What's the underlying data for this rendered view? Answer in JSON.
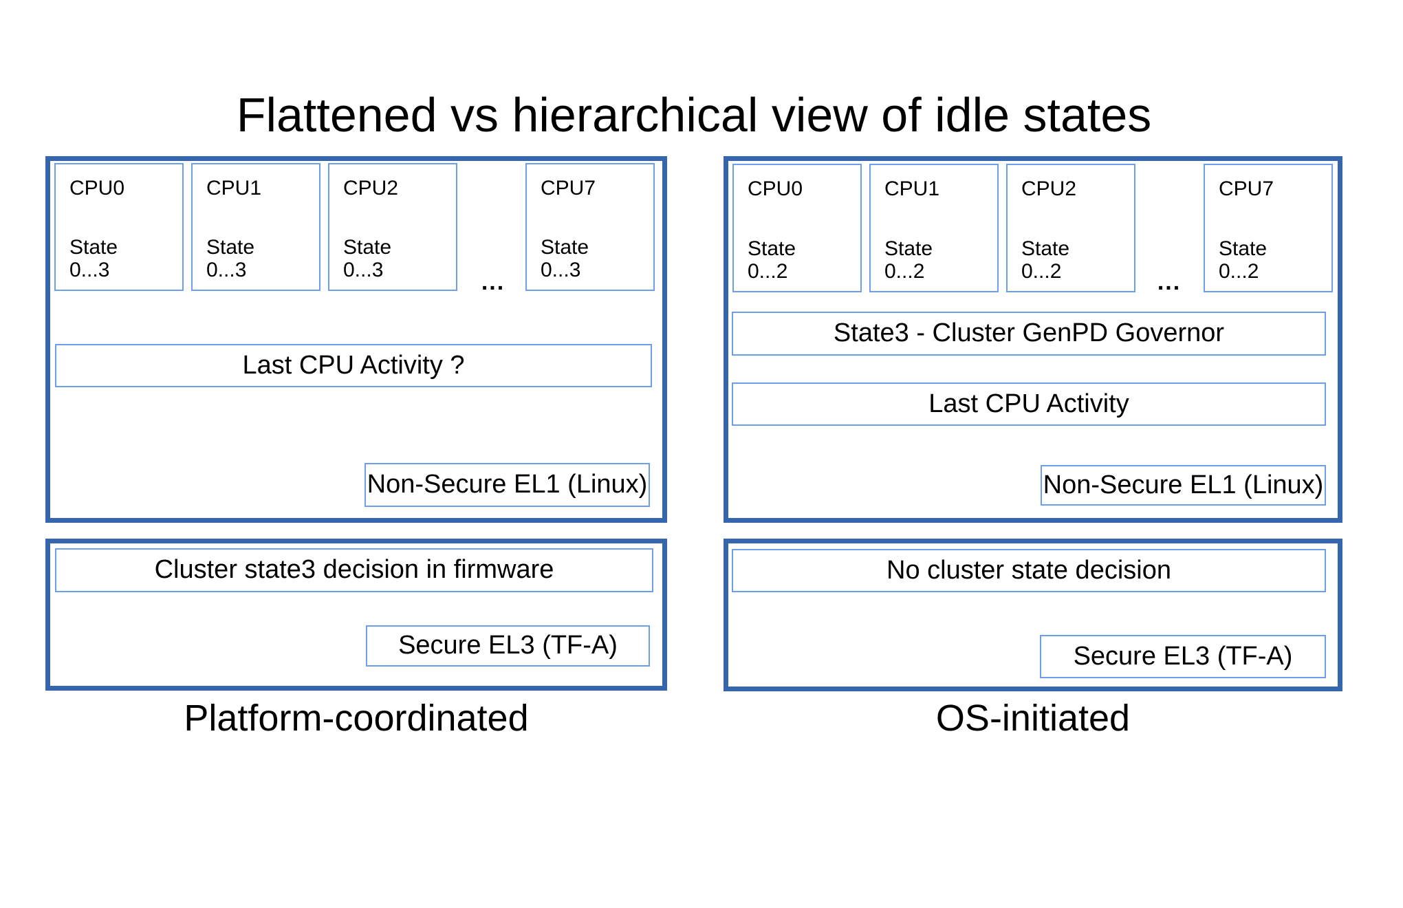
{
  "title": "Flattened vs hierarchical view of idle states",
  "colors": {
    "panel_border": "#3566ad",
    "box_border": "#6d9eeb",
    "text": "#000000",
    "background": "#ffffff"
  },
  "left_panel": {
    "caption": "Platform-coordinated",
    "cpus": [
      {
        "name": "CPU0",
        "state_label": "State",
        "state_range": "0...3"
      },
      {
        "name": "CPU1",
        "state_label": "State",
        "state_range": "0...3"
      },
      {
        "name": "CPU2",
        "state_label": "State",
        "state_range": "0...3"
      },
      {
        "name": "CPU7",
        "state_label": "State",
        "state_range": "0...3"
      }
    ],
    "ellipsis": "...",
    "last_cpu_activity": "Last CPU Activity ?",
    "el1_box": "Non-Secure EL1 (Linux)",
    "firmware_box": "Cluster state3 decision in firmware",
    "el3_box": "Secure EL3 (TF-A)"
  },
  "right_panel": {
    "caption": "OS-initiated",
    "cpus": [
      {
        "name": "CPU0",
        "state_label": "State",
        "state_range": "0...2"
      },
      {
        "name": "CPU1",
        "state_label": "State",
        "state_range": "0...2"
      },
      {
        "name": "CPU2",
        "state_label": "State",
        "state_range": "0...2"
      },
      {
        "name": "CPU7",
        "state_label": "State",
        "state_range": "0...2"
      }
    ],
    "ellipsis": "...",
    "governor_box": "State3 - Cluster GenPD Governor",
    "last_cpu_activity": "Last CPU Activity",
    "el1_box": "Non-Secure EL1 (Linux)",
    "no_decision_box": "No cluster state decision",
    "el3_box": "Secure EL3 (TF-A)"
  }
}
